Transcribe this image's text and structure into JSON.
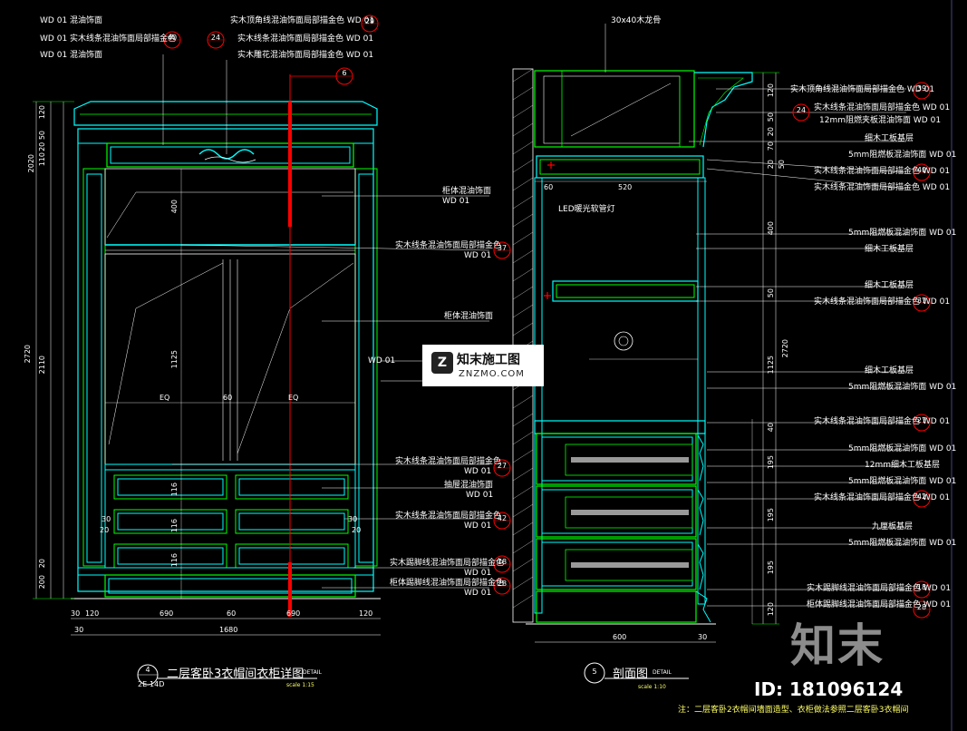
{
  "left_view": {
    "title": "二层客卧3衣帽间衣柜详图",
    "title_en": "DETAIL",
    "scale": "scale 1:15",
    "bubble_number": "4",
    "bubble_sheet": "2E-14D",
    "top_callouts": [
      {
        "code": "WD",
        "num": "01",
        "text": "混油饰面"
      },
      {
        "code": "WD",
        "num": "01",
        "text": "实木线条混油饰面局部描金色"
      },
      {
        "code": "WD",
        "num": "01",
        "text": "混油饰面"
      }
    ],
    "top_right_callouts": [
      {
        "text": "实木顶角线混油饰面局部描金色",
        "code": "WD",
        "num": "01"
      },
      {
        "text": "实木线条混油饰面局部描金色",
        "code": "WD",
        "num": "01"
      },
      {
        "text": "实木雕花混油饰面局部描金色",
        "code": "WD",
        "num": "01"
      }
    ],
    "bubbles": [
      "40",
      "24",
      "29",
      "6"
    ],
    "bottom_dims": [
      "30",
      "120",
      "690",
      "60",
      "690",
      "120"
    ],
    "total_width": "1680",
    "left_heights": [
      "120",
      "110",
      "20 50",
      "2020",
      "2110",
      "20",
      "200",
      "2720"
    ],
    "inner_dims": [
      "400",
      "1125",
      "EQ",
      "60",
      "EQ"
    ],
    "drawer_dims": [
      "116",
      "116",
      "116"
    ],
    "side_dims": [
      "30",
      "30",
      "20",
      "20"
    ]
  },
  "middle_callouts": [
    {
      "text": "柜体混油饰面",
      "code": "WD",
      "num": "01"
    },
    {
      "text": "实木线条混油饰面局部描金色",
      "code": "WD",
      "num": "01",
      "bubble": "37"
    },
    {
      "text": "柜体混油饰面",
      "code": "WD",
      "num": "01"
    },
    {
      "text": "实木线条混油饰面局部描金色",
      "code": "WD",
      "num": "01",
      "bubble": "27"
    },
    {
      "text": "抽屉混油饰面",
      "code": "WD",
      "num": "01"
    },
    {
      "text": "实木线条混油饰面局部描金色",
      "code": "WD",
      "num": "01",
      "bubble": "42"
    },
    {
      "text": "实木踢脚线混油饰面局部描金色",
      "code": "WD",
      "num": "01",
      "bubble": "18"
    },
    {
      "text": "柜体踢脚线混油饰面局部描金色",
      "code": "WD",
      "num": "01",
      "bubble": "28"
    }
  ],
  "right_view": {
    "title": "剖面图",
    "title_en": "DETAIL",
    "scale": "scale 1:10",
    "bubble_number": "5",
    "top_note": "30x40木龙骨",
    "led_note": "LED暖光软管灯",
    "dims_top": [
      "60",
      "520"
    ],
    "bottom_dims": [
      "600",
      "30"
    ],
    "right_heights": [
      "120",
      "50",
      "20",
      "70",
      "20",
      "50",
      "400",
      "50",
      "1125",
      "2720",
      "40",
      "195",
      "195",
      "195",
      "120"
    ],
    "callouts": [
      {
        "text": "实木顶角线混油饰面局部描金色",
        "code": "WD",
        "num": "01",
        "bubble": "39"
      },
      {
        "text": "实木线条混油饰面局部描金色",
        "code": "WD",
        "num": "01",
        "bubble": "24"
      },
      {
        "text": "12mm阻燃夹板混油饰面",
        "code": "WD",
        "num": "01"
      },
      {
        "text": "细木工板基层"
      },
      {
        "text": "5mm阻燃板混油饰面",
        "code": "WD",
        "num": "01"
      },
      {
        "text": "实木线条混油饰面局部描金色",
        "code": "WD",
        "num": "01",
        "bubble": "40"
      },
      {
        "text": "实木线条混油饰面局部描金色",
        "code": "WD",
        "num": "01"
      },
      {
        "text": "5mm阻燃板混油饰面",
        "code": "WD",
        "num": "01"
      },
      {
        "text": "细木工板基层"
      },
      {
        "text": "细木工板基层"
      },
      {
        "text": "实木线条混油饰面局部描金色",
        "code": "WD",
        "num": "01",
        "bubble": "37"
      },
      {
        "text": "细木工板基层"
      },
      {
        "text": "5mm阻燃板混油饰面",
        "code": "WD",
        "num": "01"
      },
      {
        "text": "实木线条混油饰面局部描金色",
        "code": "WD",
        "num": "01",
        "bubble": "27"
      },
      {
        "text": "5mm阻燃板混油饰面",
        "code": "WD",
        "num": "01"
      },
      {
        "text": "12mm细木工板基层"
      },
      {
        "text": "5mm阻燃板混油饰面",
        "code": "WD",
        "num": "01"
      },
      {
        "text": "实木线条混油饰面局部描金色",
        "code": "WD",
        "num": "01",
        "bubble": "42"
      },
      {
        "text": "九厘板基层"
      },
      {
        "text": "5mm阻燃板混油饰面",
        "code": "WD",
        "num": "01"
      },
      {
        "text": "实木踢脚线混油饰面局部描金色",
        "code": "WD",
        "num": "01",
        "bubble": "18"
      },
      {
        "text": "柜体踢脚线混油饰面局部描金色",
        "code": "WD",
        "num": "01",
        "bubble": "28"
      }
    ]
  },
  "footer_note": "注：二层客卧2衣帽间墙面造型、衣柜做法参照二层客卧3衣帽间",
  "watermark": {
    "logo_main": "知末施工图",
    "logo_sub": "ZNZMO.COM",
    "logo_icon": "Z",
    "big": "知末",
    "id": "ID: 181096124"
  },
  "colors": {
    "background": "#000000",
    "cyan": "#00ffff",
    "green": "#00ff00",
    "red": "#ff0000",
    "white": "#ffffff",
    "yellow": "#ffff66"
  }
}
